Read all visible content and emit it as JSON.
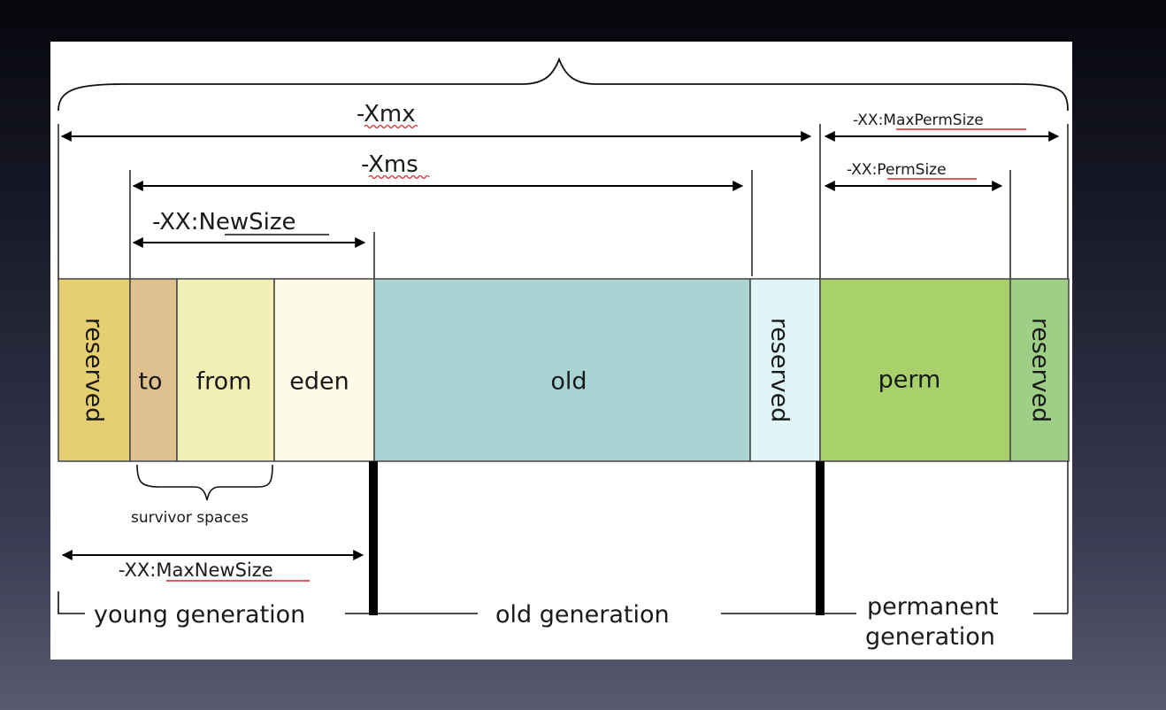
{
  "diagram": {
    "segments": [
      {
        "label": "reserved",
        "orientation": "vertical-down",
        "color": "#e6cf72"
      },
      {
        "label": "to",
        "orientation": "horizontal",
        "color": "#dfc18f"
      },
      {
        "label": "from",
        "orientation": "horizontal",
        "color": "#f1efb6"
      },
      {
        "label": "eden",
        "orientation": "horizontal",
        "color": "#fdfbe6"
      },
      {
        "label": "old",
        "orientation": "horizontal",
        "color": "#a9d4d4"
      },
      {
        "label": "reserved",
        "orientation": "vertical-up",
        "color": "#dff4f4"
      },
      {
        "label": "perm",
        "orientation": "horizontal",
        "color": "#a8d06b"
      },
      {
        "label": "reserved",
        "orientation": "vertical-up",
        "color": "#9fcf87"
      }
    ],
    "options": {
      "xmx": "-Xmx",
      "xms": "-Xms",
      "new_size": "-XX:NewSize",
      "max_new_size": "-XX:MaxNewSize",
      "max_perm_size": "-XX:MaxPermSize",
      "perm_size": "-XX:PermSize"
    },
    "survivor_label": "survivor spaces",
    "generations": {
      "young": "young generation",
      "old": "old generation",
      "permanent_line1": "permanent",
      "permanent_line2": "generation"
    }
  }
}
